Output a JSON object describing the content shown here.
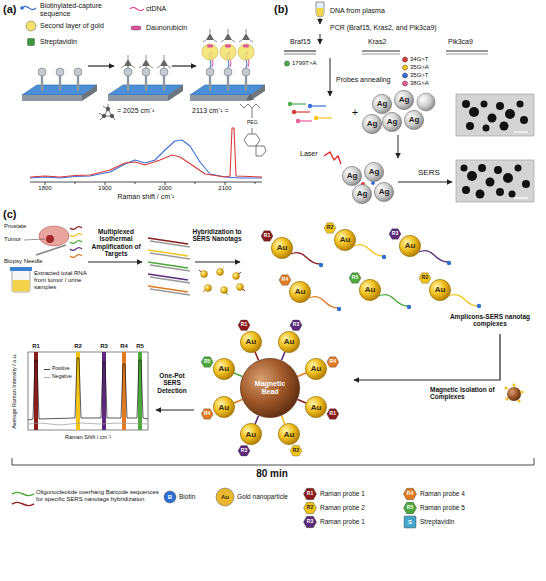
{
  "diagram": {
    "nodes": [
      {
        "text": [
          "Ag"
        ]
      },
      {
        "text": [
          "Ag"
        ]
      },
      {
        "text": [
          "Ag"
        ]
      },
      {
        "text": [
          "Ag"
        ]
      },
      {
        "text": [
          "Ag"
        ]
      },
      {
        "text": [
          "Ag"
        ]
      },
      {
        "text": [
          "Ag"
        ]
      },
      {
        "text": [
          "Ag"
        ]
      },
      {
        "text": [
          "Ag"
        ]
      },
      {
        "text": [
          "Au"
        ]
      },
      {
        "text": [
          "Au"
        ]
      },
      {
        "text": [
          "Au"
        ]
      },
      {
        "text": [
          "Au"
        ]
      },
      {
        "text": [
          "Au"
        ]
      },
      {
        "text": [
          "Au"
        ]
      },
      {
        "text": [
          "Magnetic Bead"
        ]
      },
      {
        "text": [
          "Au"
        ]
      },
      {
        "text": [
          "Au"
        ]
      },
      {
        "text": [
          "Au"
        ]
      },
      {
        "text": [
          "Au"
        ]
      },
      {
        "text": [
          "Au"
        ]
      },
      {
        "text": [
          "Au"
        ]
      },
      {
        "text": [
          "Au"
        ]
      },
      {
        "text": [
          "Au"
        ]
      }
    ],
    "labels": [
      "(a)",
      "= 2025 cm⁻¹",
      "2113 cm⁻¹ =",
      "PEG",
      "1800",
      "1900",
      "2000",
      "2100",
      "Raman shift / cm⁻¹",
      "(b)",
      "DNA from plasma",
      "PCR (Braf15, Kras2, and Pik3ca9)",
      "Braf15",
      "Kras2",
      "Pik3ca9",
      "1799T>A",
      "34G>T",
      "35G>A",
      "35G>T",
      "38G>A",
      "Probes annealing",
      "+",
      "Laser",
      "SERS",
      "(c)",
      "Prostate",
      "Tumor",
      "Biopsy Needle",
      "Extracted total RNA from tumor / urine samples",
      "Multiplexed Isothermal Amplification of Targets",
      "Hybridization to SERS Nanotags",
      "Amplicons-SERS nanotag complexes",
      "Magnetic Isolation of Complexes",
      "One-Pot SERS Detection",
      "R1",
      "R2",
      "R3",
      "R4",
      "R5",
      "Positive",
      "Negative",
      "Average Raman Intensity / a.u.",
      "Raman Shift / cm⁻¹",
      "80 min",
      "R1",
      "R2",
      "R3",
      "R4",
      "R5",
      "R2",
      "R1",
      "R2",
      "R3",
      "R4",
      "R5",
      "R1",
      "R3",
      "R4",
      "B",
      "Au",
      "R1",
      "R2",
      "R3",
      "R4",
      "R5",
      "S"
    ],
    "legend": [
      {
        "text": "Biotinylated-capture sequence"
      },
      {
        "text": "ctDNA"
      },
      {
        "text": "Second layer of gold",
        "color": "#f3e36a"
      },
      {
        "text": "Daunorubicin",
        "color": "#e0529c"
      },
      {
        "text": "Streptavidin",
        "color": "#3a9a3a"
      },
      {
        "text": "Oligonucleotide overhang Barcode sequences for specific SERS nanotags hybridization"
      },
      {
        "text": "Biotin",
        "color": "#2e6fd1"
      },
      {
        "text": "Gold nanoparticle",
        "color": "#e8b830"
      },
      {
        "text": "Raman probe 1",
        "color": "#8b1c1c"
      },
      {
        "text": "Raman probe 2",
        "color": "#f2c318"
      },
      {
        "text": "Raman probe 1",
        "color": "#5b2a7a"
      },
      {
        "text": "Raman probe 4",
        "color": "#e27a22"
      },
      {
        "text": "Raman probe 5",
        "color": "#4ca83a"
      },
      {
        "text": "Streptavidin",
        "color": "#47a6c9"
      }
    ]
  }
}
